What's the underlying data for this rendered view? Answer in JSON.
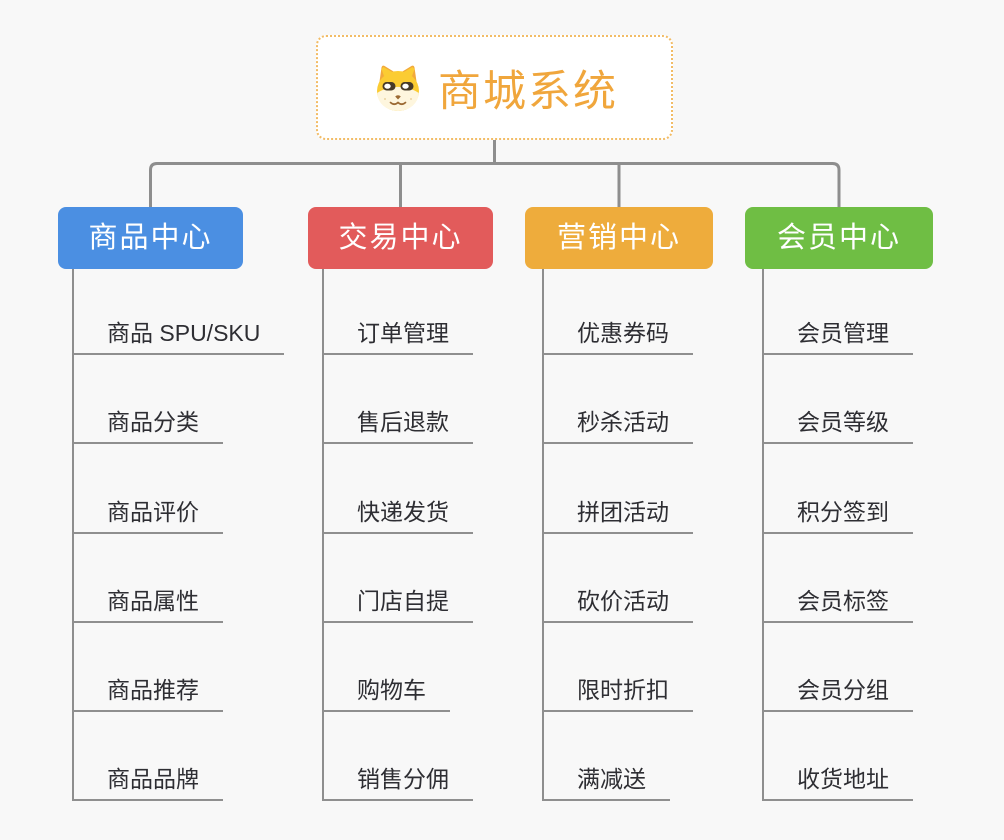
{
  "background_color": "#F8F8F8",
  "connector_color": "#8E8E8E",
  "root": {
    "title": "商城系统",
    "icon": "dog-face-icon",
    "title_color": "#F0A63C",
    "border_color": "#F2BC66"
  },
  "branches": [
    {
      "label": "商品中心",
      "color": "#4B8FE2",
      "items": [
        "商品 SPU/SKU",
        "商品分类",
        "商品评价",
        "商品属性",
        "商品推荐",
        "商品品牌"
      ]
    },
    {
      "label": "交易中心",
      "color": "#E25B5B",
      "items": [
        "订单管理",
        "售后退款",
        "快递发货",
        "门店自提",
        "购物车",
        "销售分佣"
      ]
    },
    {
      "label": "营销中心",
      "color": "#EEAC3C",
      "items": [
        "优惠券码",
        "秒杀活动",
        "拼团活动",
        "砍价活动",
        "限时折扣",
        "满减送"
      ]
    },
    {
      "label": "会员中心",
      "color": "#6FBE44",
      "items": [
        "会员管理",
        "会员等级",
        "积分签到",
        "会员标签",
        "会员分组",
        "收货地址"
      ]
    }
  ]
}
